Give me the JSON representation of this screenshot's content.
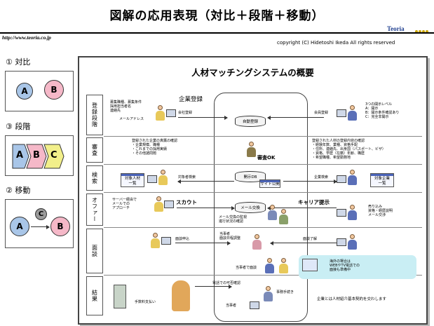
{
  "header": {
    "title": "図解の応用表現（対比＋段階＋移動）",
    "url": "http://www.teoria.co.jp",
    "logo": "Teoria",
    "copyright": "copyright (C)  Hidetoshi  Ikeda All rights reserved"
  },
  "legend": {
    "contrast": {
      "label": "① 対比",
      "a": "A",
      "b": "B"
    },
    "stage": {
      "label": "③ 段階",
      "a": "A",
      "b": "B",
      "c": "C"
    },
    "move": {
      "label": "② 移動",
      "a": "A",
      "c": "C",
      "b": "B"
    }
  },
  "diagram": {
    "title": "人材マッチングシステムの概要",
    "rows": [
      "登録段階",
      "審査",
      "検索",
      "オファー",
      "面談",
      "結果"
    ],
    "center_label": "企業登録",
    "registration": {
      "left_text": "募集職種、募集条件\n採用担当者名\n連絡先",
      "left_sub": "メールアドレス",
      "company_reg": "会社登録",
      "db": "自動登録",
      "member_reg": "会員登録",
      "right_text": "3つの開示レベル\nA：開示\nB：開示条件確認あり\nC：完全非開示"
    },
    "review": {
      "left_text": "登録された企業の真贋の確認\n・企業規模、職種\n・これまでの採用実績\n・その他諸問題",
      "center": "審査OK",
      "right_text": "登録された人材の登録内容の確認\n・経験年数、業種、資格手配\n・住所、連絡先、出身国（パスポート、ビザ）\n・資格、学歴（在籍）年齢、職歴\n・希望職種、希望勤務地"
    },
    "search": {
      "left_window": "対象人材\n一覧",
      "left_label": "対象者検索",
      "db": "開示DB",
      "site": "サイト公開",
      "right_label": "企業検索",
      "right_window": "対象企業\n一覧"
    },
    "offer": {
      "left_text": "サーバー経由で\nメールでの\nアプローチ",
      "scout": "スカウト",
      "mail": "メール交換",
      "career": "キャリア提示",
      "center_text": "メール交換の監視\n進行状況の確認",
      "right_text": "売り込み\n資格・経歴説明\nメール交渉"
    },
    "interview": {
      "left_label": "面談申込",
      "center_text": "当事者\n面談日程調整",
      "right_label": "面談了解",
      "meet_label": "当事者で面談",
      "note": "海外の場合は\nWEBやTV電話での\n面接も準備中"
    },
    "result": {
      "fee": "手数料支払い",
      "phone": "電話での可否確認",
      "office": "事務手続き",
      "party": "当事者",
      "contract": "企業とは人材紹介基本契約を交わします"
    }
  }
}
